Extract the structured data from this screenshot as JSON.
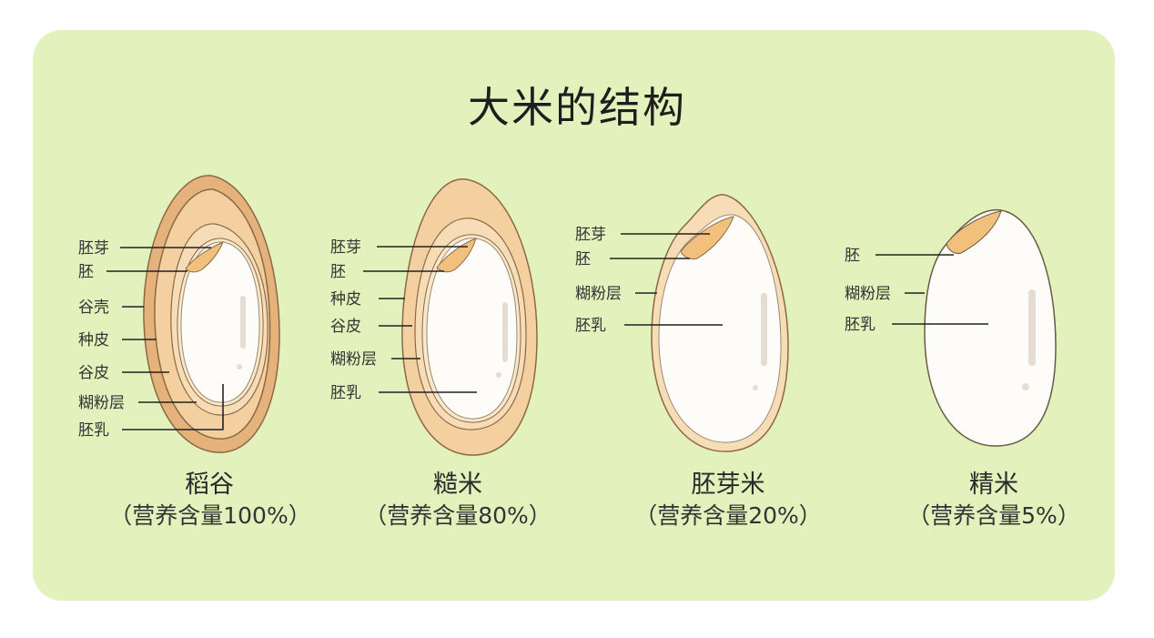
{
  "title": "大米的结构",
  "colors": {
    "panel_bg": "#e3f1bd",
    "husk": "#e6b27c",
    "bran": "#f4cf9f",
    "embryo": "#f0c07c",
    "endosperm": "#fdfcf8",
    "outline": "#8a6a44",
    "leader_line": "#222222"
  },
  "grains": [
    {
      "name": "稻谷",
      "nutrition": "（营养含量100%）",
      "labels": [
        "胚芽",
        "胚",
        "谷壳",
        "种皮",
        "谷皮",
        "糊粉层",
        "胚乳"
      ]
    },
    {
      "name": "糙米",
      "nutrition": "（营养含量80%）",
      "labels": [
        "胚芽",
        "胚",
        "种皮",
        "谷皮",
        "糊粉层",
        "胚乳"
      ]
    },
    {
      "name": "胚芽米",
      "nutrition": "（营养含量20%）",
      "labels": [
        "胚芽",
        "胚",
        "糊粉层",
        "胚乳"
      ]
    },
    {
      "name": "精米",
      "nutrition": "（营养含量5%）",
      "labels": [
        "胚",
        "糊粉层",
        "胚乳"
      ]
    }
  ]
}
